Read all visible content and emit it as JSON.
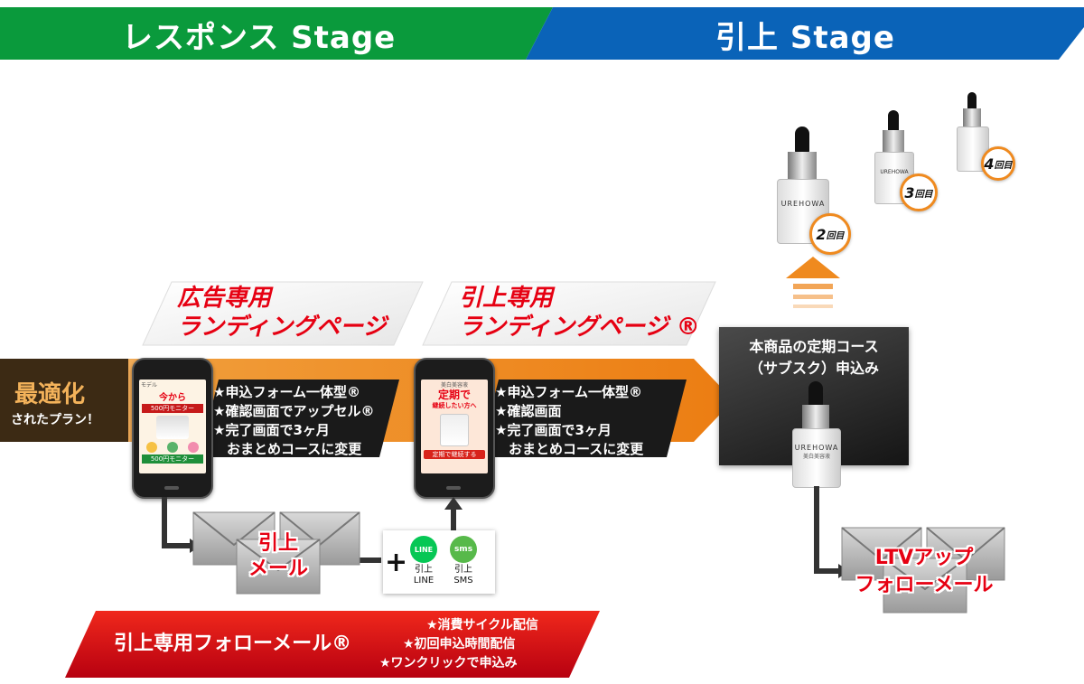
{
  "header": {
    "response_stage": "レスポンス Stage",
    "upsell_stage": "引上 Stage"
  },
  "ad_lp": {
    "line1": "広告専用",
    "line2": "ランディングページ"
  },
  "upsell_lp": {
    "line1": "引上専用",
    "line2": "ランディングページ ®"
  },
  "optimized": {
    "title": "最適化",
    "subtitle": "されたプラン！"
  },
  "ad_features": [
    "★申込フォーム一体型®",
    "★確認画面でアップセル®",
    "★完了画面で3ヶ月",
    "　おまとめコースに変更"
  ],
  "upsell_features": [
    "★申込フォーム一体型®",
    "★確認画面",
    "★完了画面で3ヶ月",
    "　おまとめコースに変更"
  ],
  "subscription_box": {
    "line1": "本商品の定期コース",
    "line2": "（サブスク）申込み"
  },
  "product": {
    "brand": "UREHOWA",
    "sub": "美白美容液"
  },
  "rounds": [
    {
      "num": "2",
      "unit": "回目"
    },
    {
      "num": "3",
      "unit": "回目"
    },
    {
      "num": "4",
      "unit": "回目"
    }
  ],
  "upsell_mail": {
    "line1": "引上",
    "line2": "メール"
  },
  "plus": "+",
  "line_icon": {
    "icon_text": "LINE",
    "label1": "引上",
    "label2": "LINE"
  },
  "sms_icon": {
    "icon_text": "sms",
    "label1": "引上",
    "label2": "SMS"
  },
  "ltv_mail": {
    "line1": "LTVアップ",
    "line2": "フォローメール"
  },
  "follow_banner": {
    "title": "引上専用フォローメール®",
    "points": [
      "★消費サイクル配信",
      "★初回申込時間配信",
      "★ワンクリックで申込み"
    ]
  },
  "ad_screen": {
    "header": "モデル",
    "headline1": "今から",
    "headline2": "500円モニター",
    "promo": "500円モニター"
  },
  "upsell_screen": {
    "header": "美白美容液",
    "headline1": "定期で",
    "headline2": "継続したい方へ",
    "cta": "定期で継続する"
  },
  "colors": {
    "green": "#0a9a3c",
    "blue": "#0a63b8",
    "orange": "#ef8a1f",
    "red": "#e60012",
    "dark_brown": "#3c2a14"
  }
}
